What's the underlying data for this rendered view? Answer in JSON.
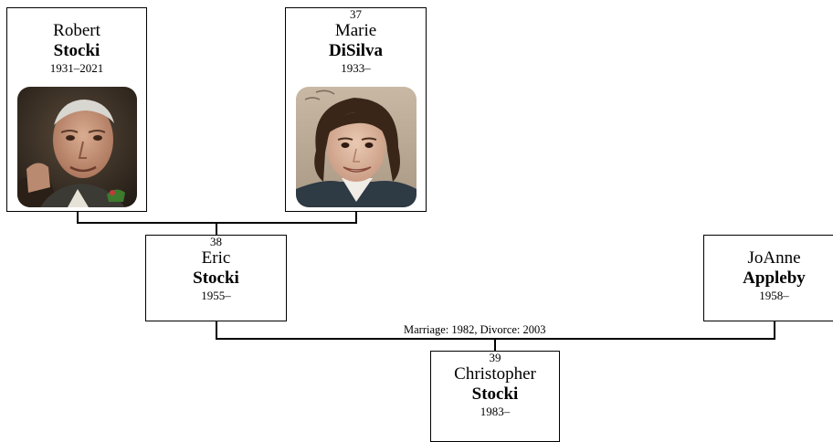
{
  "people": {
    "robert": {
      "number": "",
      "given": "Robert",
      "surname": "Stocki",
      "dates": "1931–2021",
      "photo": "portrait-photo"
    },
    "marie": {
      "number": "37",
      "given": "Marie",
      "surname": "DiSilva",
      "dates": "1933–",
      "photo": "portrait-photo"
    },
    "eric": {
      "number": "38",
      "given": "Eric",
      "surname": "Stocki",
      "dates": "1955–"
    },
    "joanne": {
      "number": "",
      "given": "JoAnne",
      "surname": "Appleby",
      "dates": "1958–"
    },
    "christopher": {
      "number": "39",
      "given": "Christopher",
      "surname": "Stocki",
      "dates": "1983–"
    }
  },
  "relations": {
    "eric_joanne": "Marriage: 1982, Divorce: 2003"
  },
  "colors": {
    "line": "#000000",
    "box_border": "#000000"
  }
}
